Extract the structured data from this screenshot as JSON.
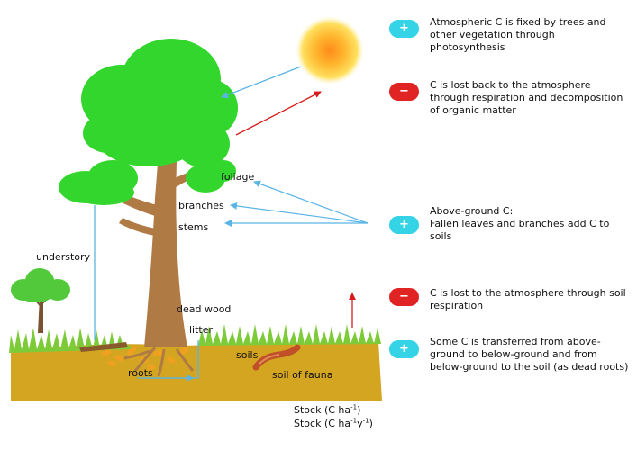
{
  "labels": {
    "foliage": "foliage",
    "branches": "branches",
    "stems": "stems",
    "understory": "understory",
    "dead_wood": "dead wood",
    "litter": "litter",
    "soils": "soils",
    "roots": "roots",
    "soil_of_fauna": "soil of fauna"
  },
  "notes": [
    {
      "sign": "+",
      "text": "Atmospheric C is fixed by trees and other vegetation through photosynthesis"
    },
    {
      "sign": "−",
      "text": "C is lost back to the atmosphere through respiration and decomposition of organic matter"
    },
    {
      "sign": "+",
      "title": "Above-ground C:",
      "text": "Fallen leaves and branches add C to soils"
    },
    {
      "sign": "−",
      "text": "C is lost to the atmosphere through soil respiration"
    },
    {
      "sign": "+",
      "text": "Some C is transferred from above-ground to below-ground and from below-ground to the soil (as dead roots)"
    }
  ],
  "stock": {
    "line1_prefix": "Stock (C ha",
    "line1_sup": "-1",
    "line1_suffix": ")",
    "line2_prefix": "Stock (C ha",
    "line2_sup1": "-1",
    "line2_mid": "y",
    "line2_sup2": "-1",
    "line2_suffix": ")"
  },
  "colors": {
    "plus_badge": "#35d3e6",
    "minus_badge": "#e02424",
    "foliage_green": "#33d62c",
    "trunk": "#b07a45",
    "soil": "#d4a520",
    "grass": "#7ecb3a",
    "arrow_blue": "#5ab4e6",
    "arrow_red": "#d61c1c"
  }
}
